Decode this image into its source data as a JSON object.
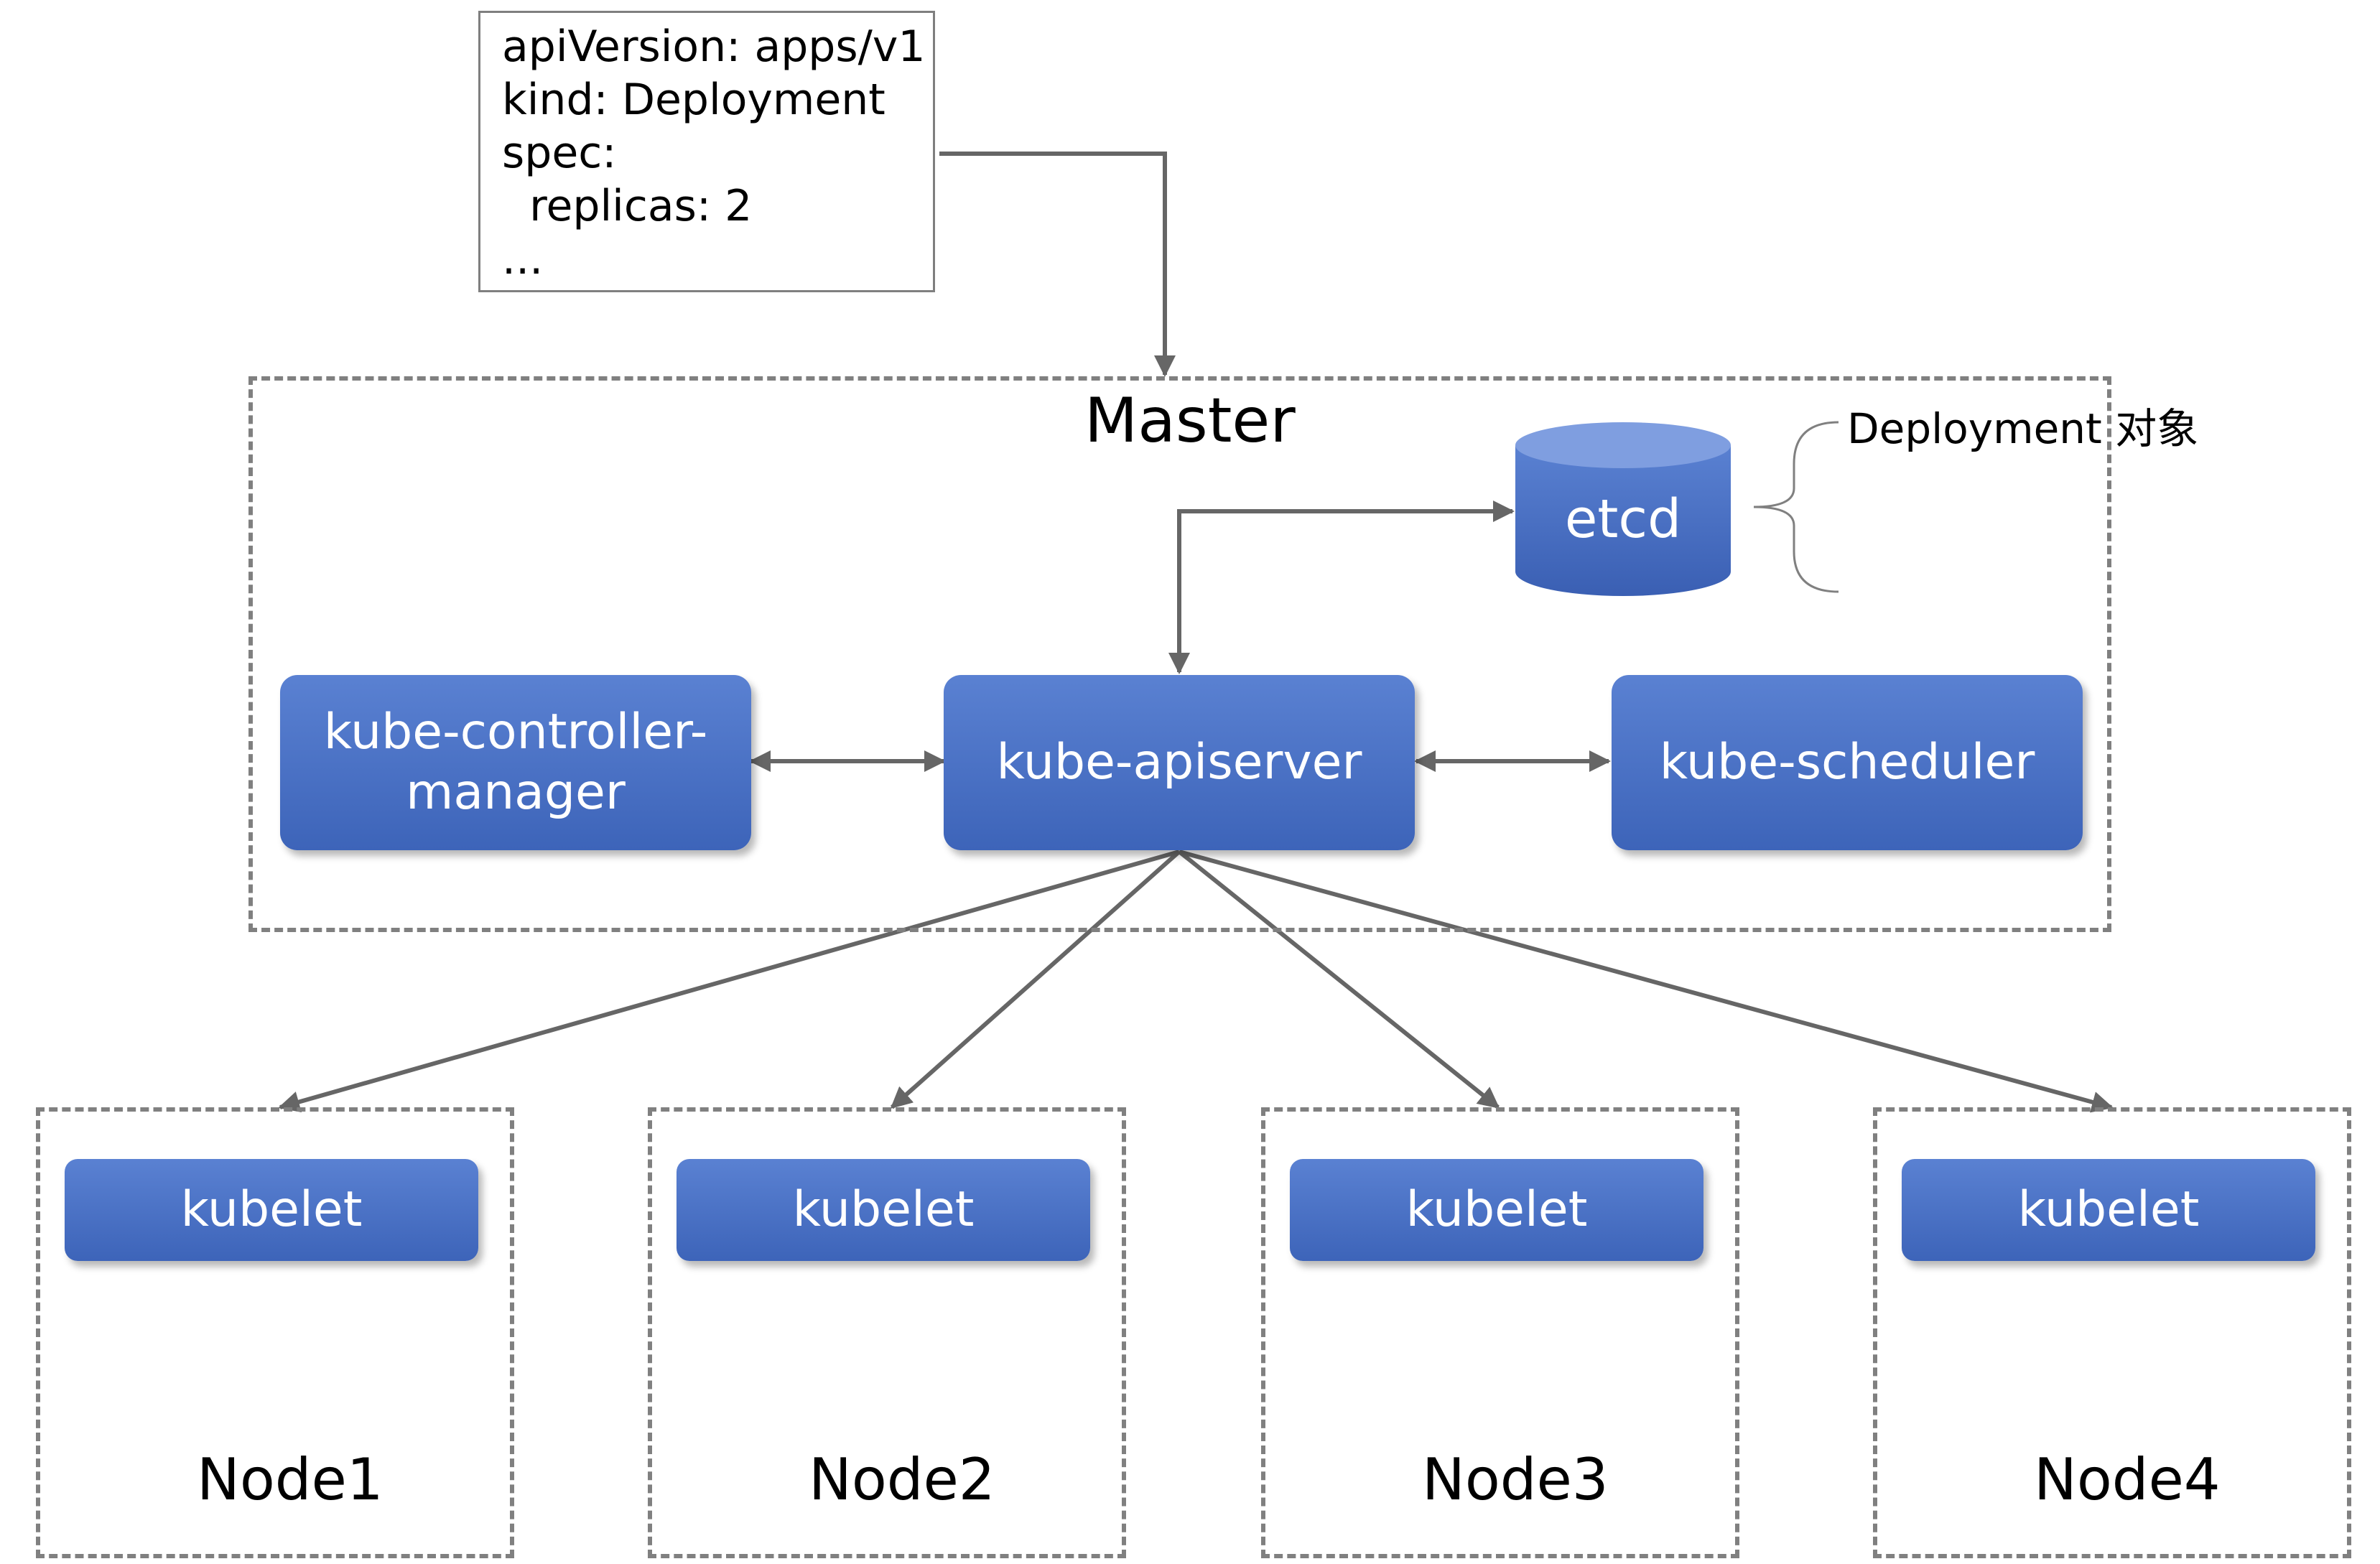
{
  "yaml": {
    "lines": [
      "apiVersion: apps/v1",
      "kind: Deployment",
      "spec:",
      "  replicas: 2",
      "..."
    ]
  },
  "master": {
    "title": "Master"
  },
  "etcd": {
    "label": "etcd",
    "note": "Deployment 对象"
  },
  "components": {
    "controller_manager": {
      "line1": "kube-controller-",
      "line2": "manager"
    },
    "apiserver": {
      "label": "kube-apiserver"
    },
    "scheduler": {
      "label": "kube-scheduler"
    }
  },
  "nodes": [
    {
      "label": "Node1",
      "kubelet": "kubelet"
    },
    {
      "label": "Node2",
      "kubelet": "kubelet"
    },
    {
      "label": "Node3",
      "kubelet": "kubelet"
    },
    {
      "label": "Node4",
      "kubelet": "kubelet"
    }
  ],
  "colors": {
    "component_blue": "#4a70c4",
    "connector_gray": "#666666",
    "dash_gray": "#808080"
  }
}
